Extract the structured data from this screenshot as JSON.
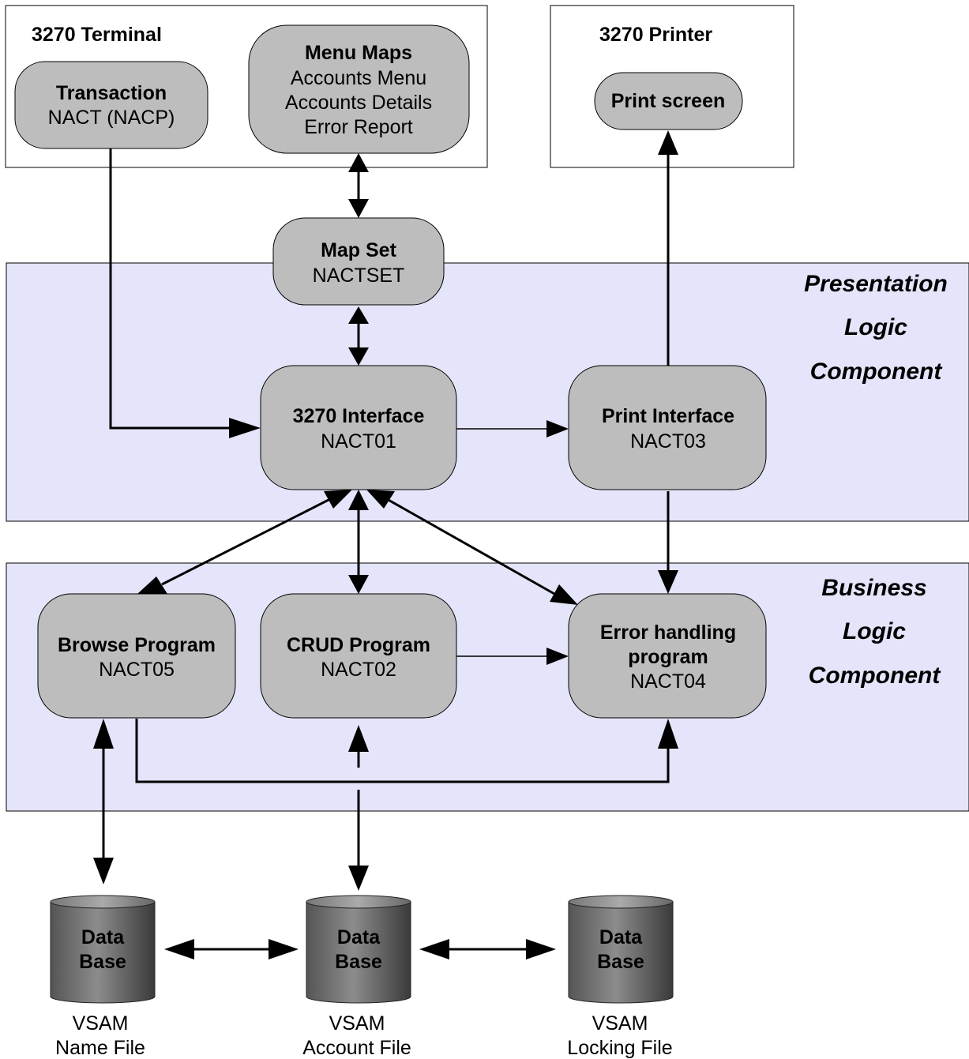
{
  "terminal": {
    "title": "3270 Terminal",
    "transaction": {
      "title": "Transaction",
      "sub": "NACT (NACP)"
    },
    "menu_maps": {
      "title": "Menu Maps",
      "items": [
        "Accounts Menu",
        "Accounts Details",
        "Error Report"
      ]
    }
  },
  "printer": {
    "title": "3270 Printer",
    "print_screen": {
      "title": "Print screen"
    }
  },
  "map_set": {
    "title": "Map Set",
    "sub": "NACTSET"
  },
  "presentation_layer": {
    "lines": [
      "Presentation",
      "Logic",
      "Component"
    ]
  },
  "business_layer": {
    "lines": [
      "Business",
      "Logic",
      "Component"
    ]
  },
  "interface_3270": {
    "title": "3270 Interface",
    "sub": "NACT01"
  },
  "print_interface": {
    "title": "Print Interface",
    "sub": "NACT03"
  },
  "browse_program": {
    "title": "Browse Program",
    "sub": "NACT05"
  },
  "crud_program": {
    "title": "CRUD Program",
    "sub": "NACT02"
  },
  "error_program": {
    "lines": [
      "Error handling",
      "program"
    ],
    "sub": "NACT04"
  },
  "databases": [
    {
      "label": [
        "Data",
        "Base"
      ],
      "file": [
        "VSAM",
        "Name File"
      ]
    },
    {
      "label": [
        "Data",
        "Base"
      ],
      "file": [
        "VSAM",
        "Account File"
      ]
    },
    {
      "label": [
        "Data",
        "Base"
      ],
      "file": [
        "VSAM",
        "Locking File"
      ]
    }
  ],
  "colors": {
    "layer_fill": "#e4e4fa",
    "node_fill": "#bdbdbd",
    "db_dark": "#444444",
    "db_light": "#9a9a9a"
  }
}
